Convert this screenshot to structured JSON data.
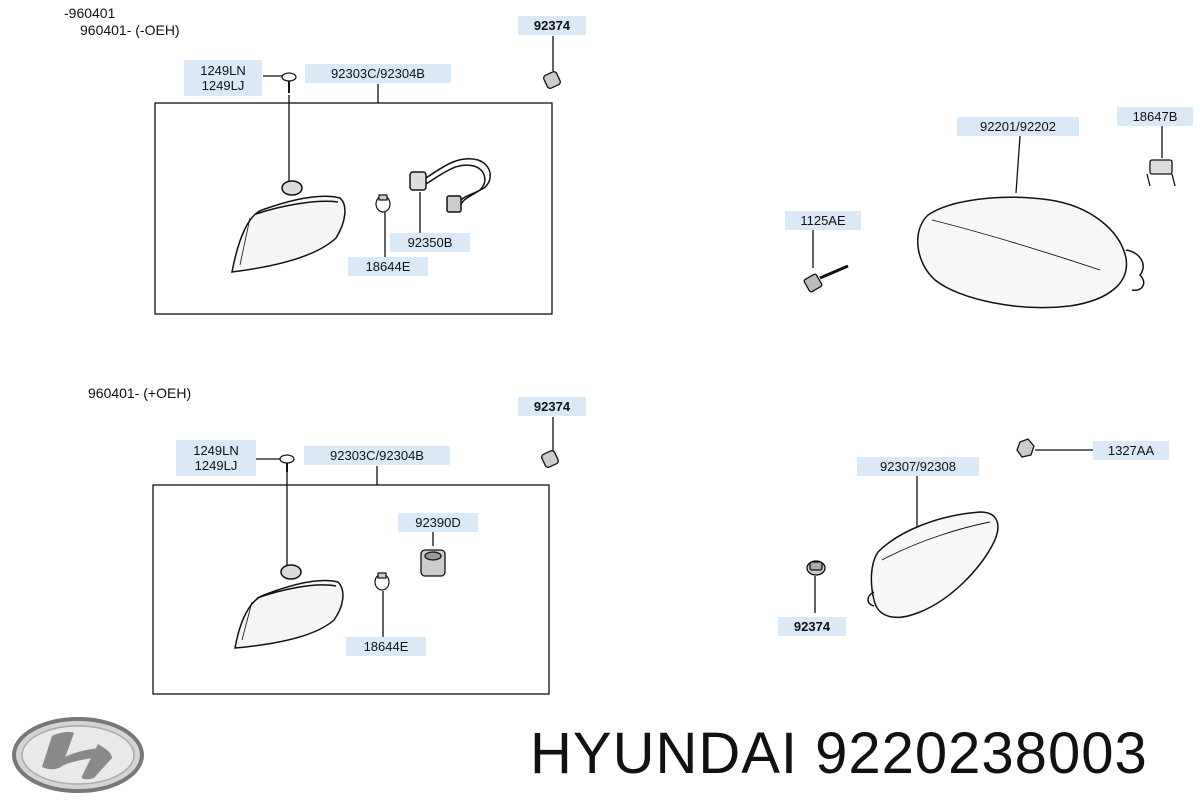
{
  "header_labels": {
    "top_range_line1": "-960401",
    "top_range_line2": "960401- (-OEH)",
    "bottom_range": "960401- (+OEH)"
  },
  "callouts": {
    "bulb_holder_top": "92374",
    "screw_top_a": "1249LN",
    "screw_top_b": "1249LJ",
    "lamp_top": "92303C/92304B",
    "socket_wire_top": "92350B",
    "bulb_top": "18644E",
    "foglamp": "92201/92202",
    "fog_bulb": "18647B",
    "fog_bolt": "1125AE",
    "bulb_holder_bottom": "92374",
    "screw_bottom_a": "1249LN",
    "screw_bottom_b": "1249LJ",
    "lamp_bottom": "92303C/92304B",
    "socket_bottom": "92390D",
    "bulb_bottom": "18644E",
    "nut": "1327AA",
    "side_lamp": "92307/92308",
    "side_holder": "92374"
  },
  "brand": {
    "text": "HYUNDAI 9220238003",
    "logo_icon": "hyundai-logo-icon"
  }
}
